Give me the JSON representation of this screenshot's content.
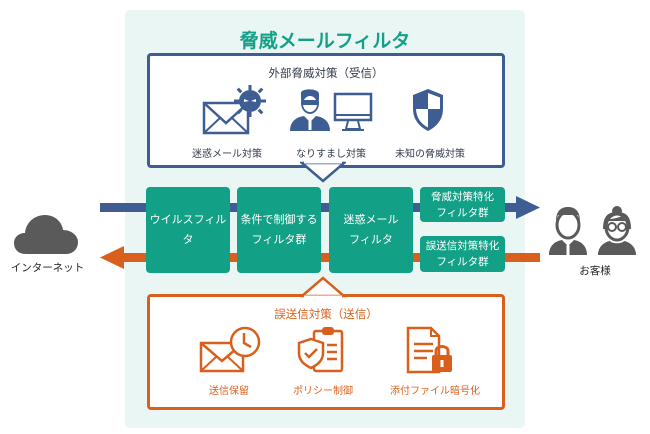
{
  "title": "脅威メールフィルタ",
  "colors": {
    "teal": "#12a086",
    "navy": "#3e5d92",
    "orange": "#d9601c",
    "panel_bg": "#e9f6f4",
    "gray": "#5a5a5a"
  },
  "inbound": {
    "title": "外部脅威対策（受信）",
    "items": [
      {
        "label": "迷惑メール対策",
        "icon": "envelope-virus-icon"
      },
      {
        "label": "なりすまし対策",
        "icon": "impersonator-monitor-icon"
      },
      {
        "label": "未知の脅威対策",
        "icon": "shield-icon"
      }
    ]
  },
  "filters": {
    "main": [
      {
        "label": "ウイルスフィルタ"
      },
      {
        "label": "条件で制御する\nフィルタ群"
      },
      {
        "label": "迷惑メール\nフィルタ"
      }
    ],
    "threat_specific": "脅威対策特化\nフィルタ群",
    "misdelivery_specific": "誤送信対策特化\nフィルタ群"
  },
  "endpoints": {
    "internet": "インターネット",
    "customers": "お客様"
  },
  "outbound": {
    "title": "誤送信対策（送信）",
    "items": [
      {
        "label": "送信保留",
        "icon": "envelope-clock-icon"
      },
      {
        "label": "ポリシー制御",
        "icon": "policy-clipboard-icon"
      },
      {
        "label": "添付ファイル暗号化",
        "icon": "file-lock-icon"
      }
    ]
  }
}
